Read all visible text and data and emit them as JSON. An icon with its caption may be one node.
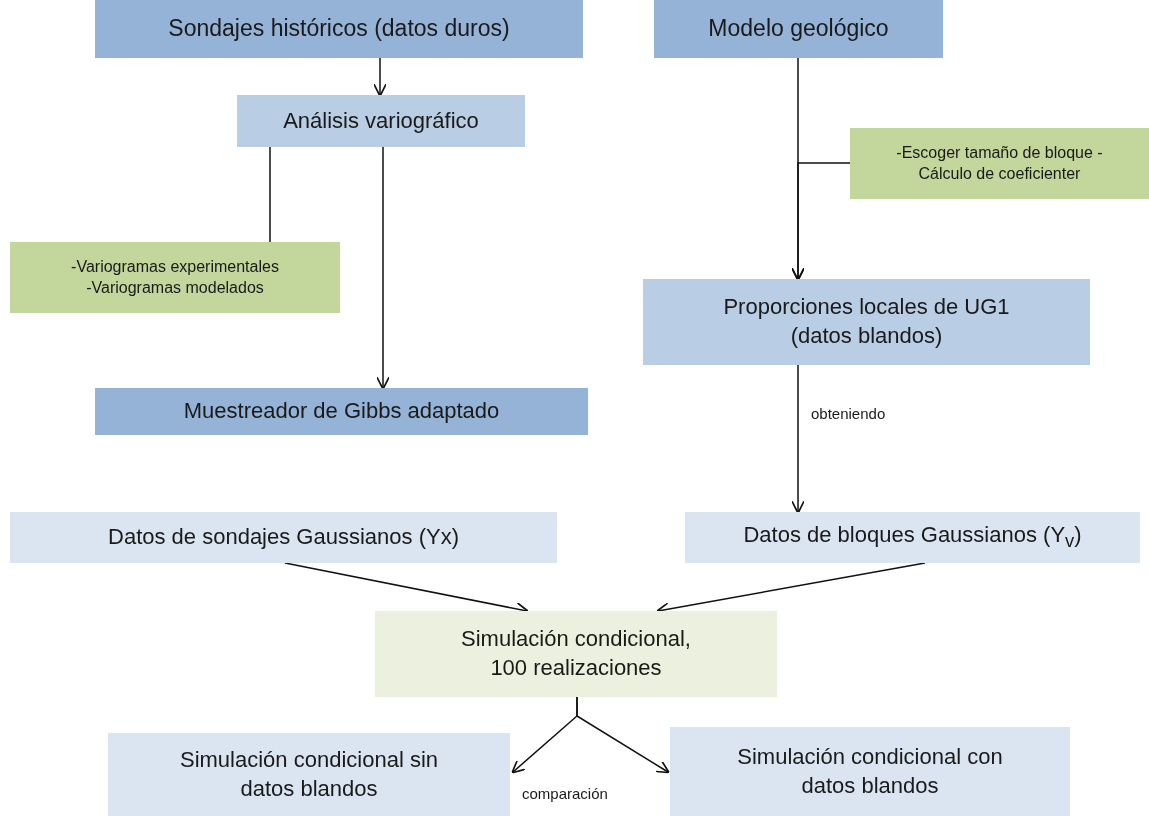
{
  "diagram": {
    "nodes": [
      {
        "text": [
          "Sondajes históricos (datos duros)"
        ]
      },
      {
        "text": [
          "Modelo geológico"
        ]
      },
      {
        "text": [
          "Análisis variográfico"
        ]
      },
      {
        "text": [
          "-Variogramas experimentales -Variogramas modelados"
        ]
      },
      {
        "text": [
          "-Escoger tamaño de bloque - Cálculo de coeficienter"
        ]
      },
      {
        "text": [
          "Proporciones locales de UG1 (datos blandos)"
        ]
      },
      {
        "text": [
          "Muestreador de Gibbs adaptado"
        ]
      },
      {
        "text": [
          "Datos de sondajes Gaussianos (Yx)"
        ]
      },
      {
        "text": [
          "Datos de bloques Gaussianos (Y$_{v}$)"
        ]
      },
      {
        "text": [
          "Simulación condicional, 100 realizaciones"
        ]
      },
      {
        "text": [
          "Simulación condicional sin datos blandos"
        ]
      },
      {
        "text": [
          "Simulación condicional con datos blandos"
        ]
      }
    ],
    "edges": [
      {
        "from": 0,
        "to": 2,
        "arrow": "to"
      },
      {
        "from": 2,
        "to": 3,
        "arrow": "none"
      },
      {
        "from": 2,
        "to": 6,
        "arrow": "to"
      },
      {
        "from": 1,
        "to": 5,
        "arrow": "to"
      },
      {
        "from": 4,
        "to": 5,
        "arrow": "to"
      },
      {
        "from": 5,
        "to": 8,
        "arrow": "to",
        "label": "obteniendo"
      },
      {
        "from": 7,
        "to": 9,
        "arrow": "to"
      },
      {
        "from": 8,
        "to": 9,
        "arrow": "to"
      },
      {
        "from": 9,
        "to": 10,
        "arrow": "to"
      },
      {
        "from": 9,
        "to": 11,
        "arrow": "to"
      }
    ],
    "labels": [
      "comparación"
    ]
  }
}
